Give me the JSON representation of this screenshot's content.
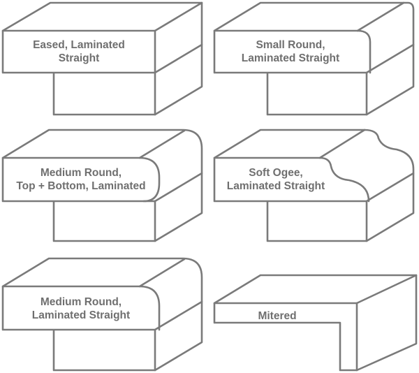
{
  "edge_profiles": [
    {
      "id": "eased-laminated-straight",
      "lines": [
        "Eased, Laminated",
        "Straight"
      ]
    },
    {
      "id": "small-round-laminated-straight",
      "lines": [
        "Small Round,",
        "Laminated Straight"
      ]
    },
    {
      "id": "medium-round-top-bottom-laminated",
      "lines": [
        "Medium Round,",
        "Top + Bottom, Laminated"
      ]
    },
    {
      "id": "soft-ogee-laminated-straight",
      "lines": [
        "Soft Ogee,",
        "Laminated Straight"
      ]
    },
    {
      "id": "medium-round-laminated-straight",
      "lines": [
        "Medium Round,",
        "Laminated Straight"
      ]
    },
    {
      "id": "mitered",
      "lines": [
        "Mitered"
      ]
    }
  ],
  "colors": {
    "stroke": "#7a7a7a",
    "text": "#6f6f6f",
    "background": "#ffffff"
  }
}
